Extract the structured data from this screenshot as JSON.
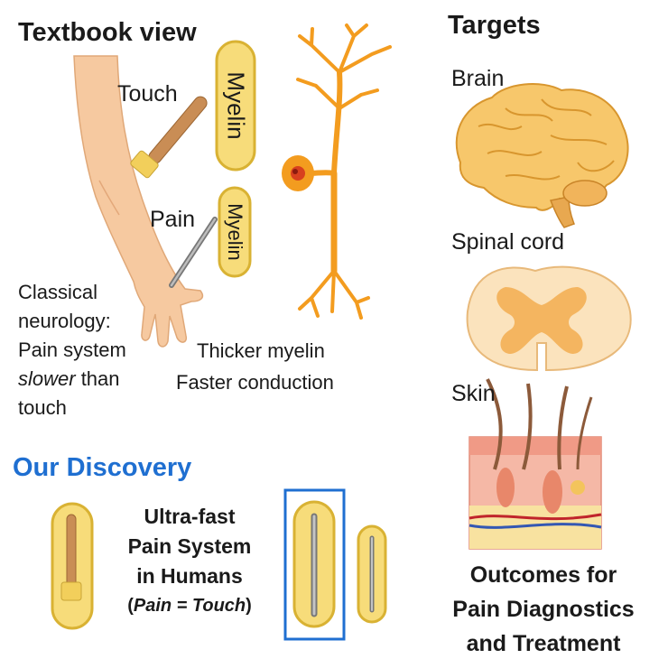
{
  "textbook": {
    "title": "Textbook view",
    "touch_label": "Touch",
    "pain_label": "Pain",
    "myelin_thick": "Myelin",
    "myelin_thin": "Myelin",
    "classical": [
      "Classical",
      "neurology:",
      "Pain system"
    ],
    "slower_word": "slower",
    "than_word": " than",
    "touch_word": "touch",
    "thicker": "Thicker myelin",
    "faster": "Faster conduction"
  },
  "targets": {
    "title": "Targets",
    "brain": "Brain",
    "spinal": "Spinal cord",
    "skin": "Skin"
  },
  "discovery": {
    "title": "Our Discovery",
    "lines": [
      "Ultra-fast",
      "Pain System",
      "in Humans"
    ],
    "eq_open": "(",
    "eq_text": "Pain = Touch",
    "eq_close": ")"
  },
  "outcomes": {
    "lines": [
      "Outcomes for",
      "Pain Diagnostics",
      "and Treatment"
    ]
  },
  "colors": {
    "myelin_fill": "#f7dc7a",
    "myelin_stroke": "#d9b233",
    "neuron": "#f39c1f",
    "accent_blue": "#1f6fd1",
    "skin_tone": "#f6c9a0"
  }
}
